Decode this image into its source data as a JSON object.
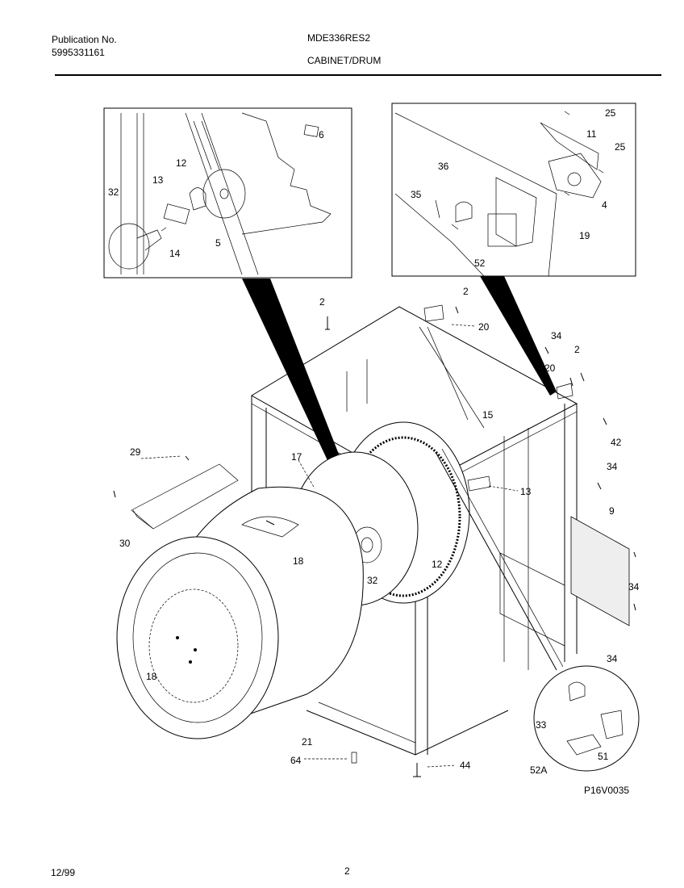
{
  "header": {
    "publication_label": "Publication No.",
    "publication_number": "5995331161",
    "model": "MDE336RES2",
    "section": "CABINET/DRUM"
  },
  "callouts": {
    "inset_left": [
      "6",
      "12",
      "13",
      "32",
      "14",
      "5"
    ],
    "inset_right": [
      "25",
      "11",
      "25",
      "36",
      "35",
      "4",
      "19",
      "52"
    ],
    "main": [
      "2",
      "2",
      "20",
      "34",
      "20",
      "2",
      "15",
      "42",
      "29",
      "17",
      "34",
      "13",
      "9",
      "30",
      "18",
      "12",
      "32",
      "34",
      "18",
      "34",
      "33",
      "21",
      "64",
      "44",
      "51",
      "52A"
    ]
  },
  "figure_code": "P16V0035",
  "footer": {
    "date": "12/99",
    "page": "2"
  }
}
